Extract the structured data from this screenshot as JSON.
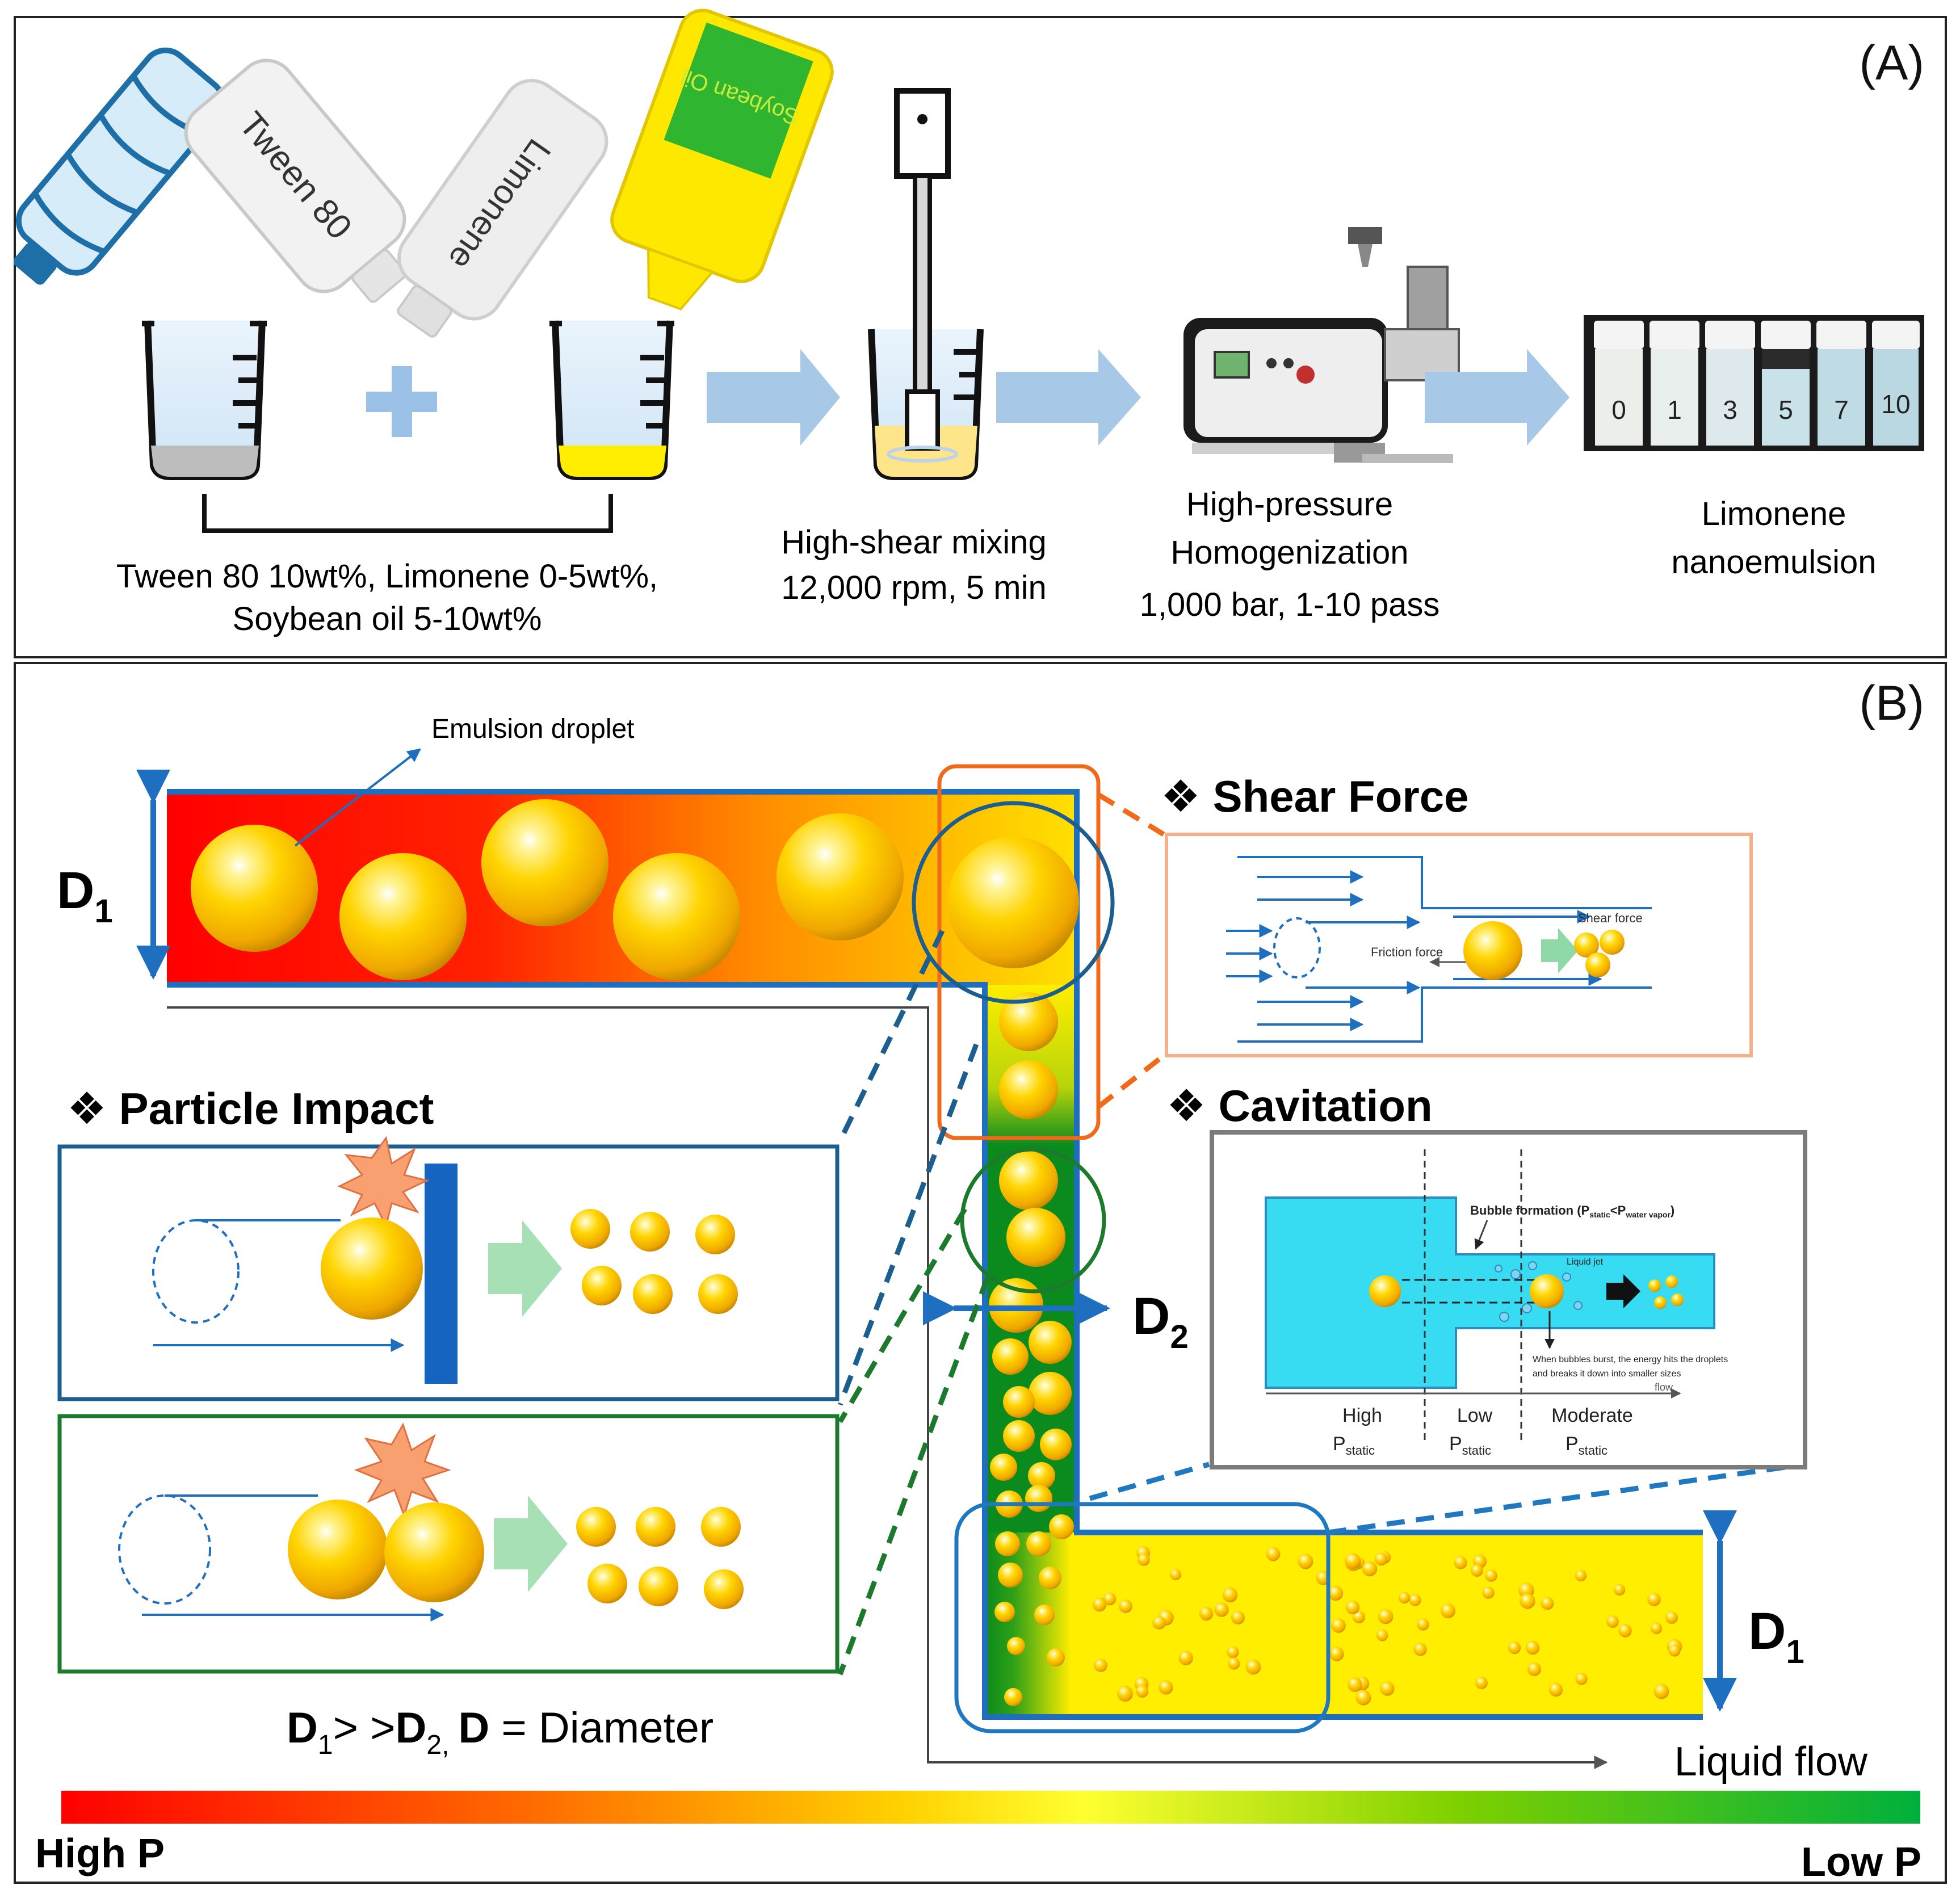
{
  "panelA": {
    "label": "(A)",
    "bottles": {
      "tween": "Tween 80",
      "limonene": "Limonene",
      "soybean": "Soybean Oil"
    },
    "step1_caption": [
      "Tween 80 10wt%, Limonene 0-5wt%,",
      "Soybean oil 5-10wt%"
    ],
    "step2_caption": [
      "High-shear mixing",
      "12,000 rpm, 5 min"
    ],
    "step3_caption": [
      "High-pressure",
      "Homogenization",
      "1,000 bar, 1-10 pass"
    ],
    "step4_caption": [
      "Limonene",
      "nanoemulsion"
    ],
    "vial_labels": [
      "0",
      "1",
      "3",
      "5",
      "7",
      "10"
    ]
  },
  "panelB": {
    "label": "(B)",
    "droplet_label": "Emulsion droplet",
    "d1_left": "D",
    "d1_left_sub": "1",
    "d2": "D",
    "d2_sub": "2",
    "d1_right": "D",
    "d1_right_sub": "1",
    "shear_title": "❖ Shear Force",
    "shear_friction": "Friction force",
    "shear_force": "Shear force",
    "impact_title": "❖ Particle Impact",
    "cavitation_title": "❖ Cavitation",
    "cav_bubble": "Bubble formation (P",
    "cav_bubble_sub1": "static",
    "cav_bubble_mid": "<P",
    "cav_bubble_sub2": "water vapor",
    "cav_bubble_end": ")",
    "cav_jet": "Liquid jet",
    "cav_burst": [
      "When bubbles burst, the energy hits the droplets",
      "and breaks it down into smaller sizes"
    ],
    "cav_flow": "flow",
    "cav_zones": [
      {
        "name": "High",
        "p": "P",
        "sub": "static"
      },
      {
        "name": "Low",
        "p": "P",
        "sub": "static"
      },
      {
        "name": "Moderate",
        "p": "P",
        "sub": "static"
      }
    ],
    "equation": {
      "a": "D",
      "a_sub": "1",
      "op": "> >",
      "b": "D",
      "b_sub": "2,",
      "c": "D",
      "eq": " = ",
      "word": "Diameter"
    },
    "liquid_flow": "Liquid flow",
    "high_p": "High P",
    "low_p": "Low P",
    "colors": {
      "pipe_outline": "#1f6fc0",
      "droplet": "#ffd400",
      "high_p": "#ff0000",
      "low_p": "#00b050",
      "green_pipe": "#0b8a1e"
    }
  }
}
